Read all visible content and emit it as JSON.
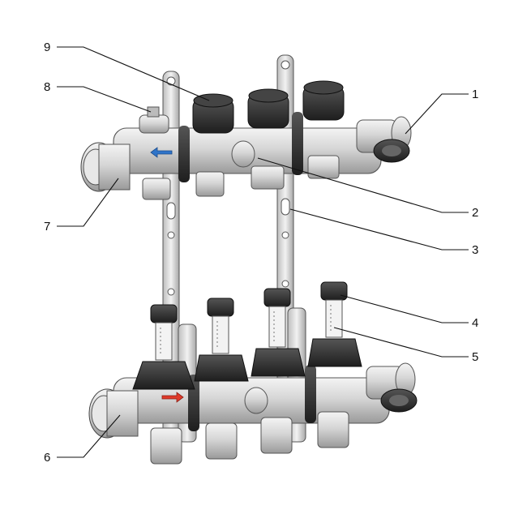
{
  "callouts": [
    {
      "id": 1,
      "label": "1"
    },
    {
      "id": 2,
      "label": "2"
    },
    {
      "id": 3,
      "label": "3"
    },
    {
      "id": 4,
      "label": "4"
    },
    {
      "id": 5,
      "label": "5"
    },
    {
      "id": 6,
      "label": "6"
    },
    {
      "id": 7,
      "label": "7"
    },
    {
      "id": 8,
      "label": "8"
    },
    {
      "id": 9,
      "label": "9"
    }
  ],
  "colors": {
    "brass_light": "#e6e6e6",
    "brass_mid": "#c9c9c9",
    "brass_dark": "#8f8f8f",
    "black_part": "#2b2b2b",
    "supply_arrow": "#e03a2a",
    "return_arrow": "#2f74c9",
    "bracket": "#d9d9d9"
  },
  "icons": [
    "supply-arrow-icon",
    "return-arrow-icon"
  ]
}
